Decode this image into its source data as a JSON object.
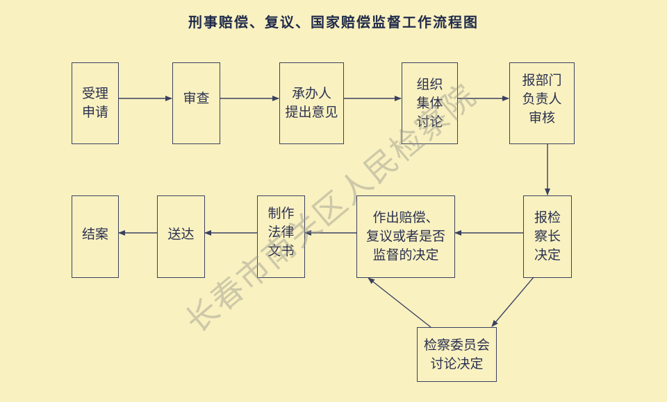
{
  "title": "刑事赔偿、复议、国家赔偿监督工作流程图",
  "watermark": "长春市南关区人民检察院",
  "nodes": [
    {
      "id": "accept",
      "lines": [
        "受理",
        "申请"
      ]
    },
    {
      "id": "review",
      "lines": [
        "审查"
      ]
    },
    {
      "id": "handler",
      "lines": [
        "承办人",
        "提出意见"
      ]
    },
    {
      "id": "collective",
      "lines": [
        "组织",
        "集体",
        "讨论"
      ]
    },
    {
      "id": "dept-head",
      "lines": [
        "报部门",
        "负责人",
        "审核"
      ]
    },
    {
      "id": "chief",
      "lines": [
        "报检",
        "察长",
        "决定"
      ]
    },
    {
      "id": "decision",
      "lines": [
        "作出赔偿、",
        "复议或者是否",
        "监督的决定"
      ]
    },
    {
      "id": "document",
      "lines": [
        "制作",
        "法律",
        "文书"
      ]
    },
    {
      "id": "deliver",
      "lines": [
        "送达"
      ]
    },
    {
      "id": "close",
      "lines": [
        "结案"
      ]
    },
    {
      "id": "committee",
      "lines": [
        "检察委员会",
        "讨论决定"
      ]
    }
  ],
  "colors": {
    "background": "#f9f1c0",
    "line": "#3a4060"
  }
}
